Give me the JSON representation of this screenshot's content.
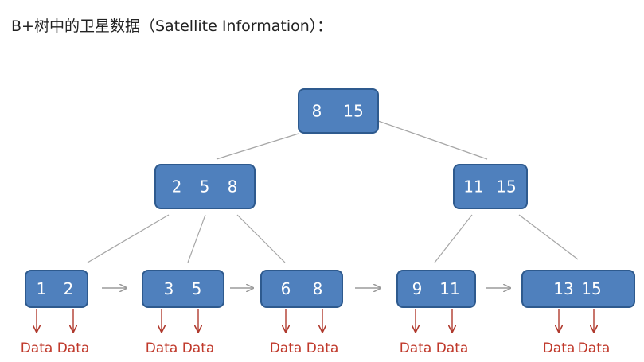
{
  "heading": "B+树中的卫星数据（Satellite Information）：",
  "colors": {
    "node_fill": "#4f80bd",
    "node_border": "#2e5a8e",
    "data_label": "#c0392b",
    "edge": "#a6a6a6"
  },
  "tree": {
    "root": {
      "keys": [
        "8",
        "15"
      ]
    },
    "internal": [
      {
        "keys": [
          "2",
          "5",
          "8"
        ]
      },
      {
        "keys": [
          "11",
          "15"
        ]
      }
    ],
    "leaves": [
      {
        "keys": [
          "1",
          "2"
        ],
        "data": [
          "Data",
          "Data"
        ]
      },
      {
        "keys": [
          "3",
          "5"
        ],
        "data": [
          "Data",
          "Data"
        ]
      },
      {
        "keys": [
          "6",
          "8"
        ],
        "data": [
          "Data",
          "Data"
        ]
      },
      {
        "keys": [
          "9",
          "11"
        ],
        "data": [
          "Data",
          "Data"
        ]
      },
      {
        "keys": [
          "13",
          "15"
        ],
        "data": [
          "Data",
          "Data"
        ]
      }
    ]
  }
}
